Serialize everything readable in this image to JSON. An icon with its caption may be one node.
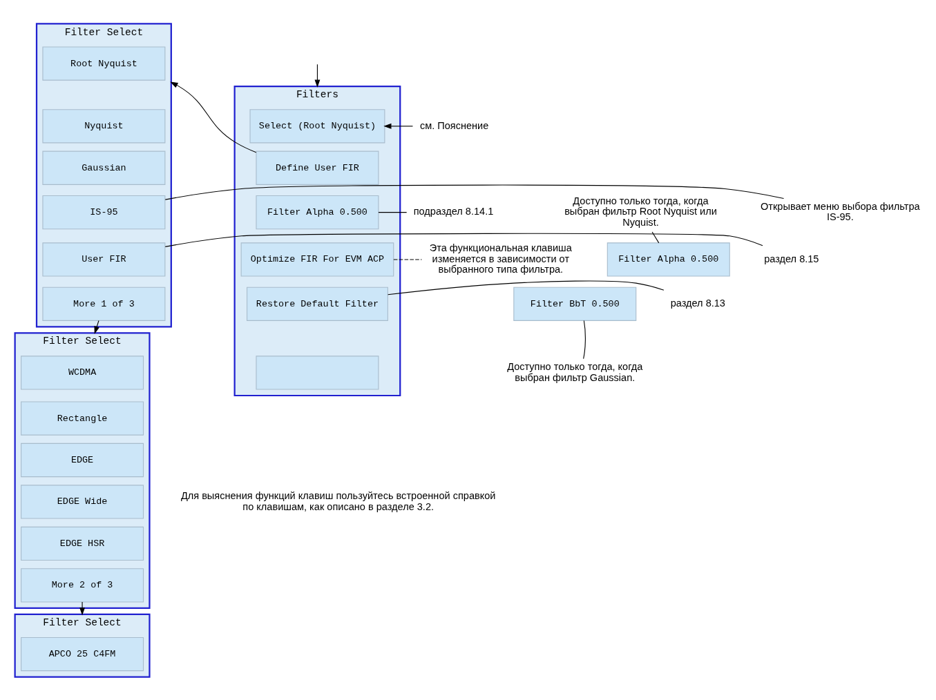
{
  "diagram": {
    "nodes": [
      {
        "text": [
          "Filters"
        ]
      },
      {
        "text": [
          "Select (Root Nyquist)"
        ],
        "in": 0
      },
      {
        "text": [
          "Define User FIR"
        ],
        "in": 0
      },
      {
        "text": [
          "Filter Alpha 0.500"
        ],
        "in": 0
      },
      {
        "text": [
          "Optimize FIR For EVM ACP"
        ],
        "in": 0
      },
      {
        "text": [
          "Restore Default Filter"
        ],
        "in": 0
      },
      {
        "text": [],
        "shape": "box",
        "in": 0
      },
      {
        "text": [
          "см. Пояснение"
        ]
      },
      {
        "text": [
          "подраздел 8.14.1"
        ]
      },
      {
        "text": [
          "Эта функциональная клавиша изменяется в зависимости от выбранного типа фильтра."
        ]
      },
      {
        "text": [
          "Filter Alpha 0.500"
        ]
      },
      {
        "text": [
          "Filter BbT 0.500"
        ]
      },
      {
        "text": [
          "Доступно только тогда, когда выбран фильтр Root Nyquist или Nyquist."
        ]
      },
      {
        "text": [
          "Доступно только тогда, когда выбран фильтр Gaussian."
        ]
      },
      {
        "text": [
          "раздел 8.13"
        ]
      },
      {
        "text": [
          "Filter Select"
        ]
      },
      {
        "text": [
          "Root Nyquist"
        ],
        "in": 15
      },
      {
        "text": [
          "Nyquist"
        ],
        "in": 15
      },
      {
        "text": [
          "Gaussian"
        ],
        "in": 15
      },
      {
        "text": [
          "IS-95"
        ],
        "in": 15
      },
      {
        "text": [
          "User FIR"
        ],
        "in": 15
      },
      {
        "text": [
          "More 1 of 3"
        ],
        "in": 15
      },
      {
        "text": [
          "Открывает меню выбора фильтра IS-95."
        ]
      },
      {
        "text": [
          "раздел 8.15"
        ]
      },
      {
        "text": [
          "Filter Select"
        ]
      },
      {
        "text": [
          "WCDMA"
        ],
        "in": 24
      },
      {
        "text": [
          "Rectangle"
        ],
        "in": 24
      },
      {
        "text": [
          "EDGE"
        ],
        "in": 24
      },
      {
        "text": [
          "EDGE Wide"
        ],
        "in": 24
      },
      {
        "text": [
          "EDGE HSR"
        ],
        "in": 24
      },
      {
        "text": [
          "More 2 of 3"
        ],
        "in": 24
      },
      {
        "text": [
          "Filter Select"
        ]
      },
      {
        "text": [
          "APCO 25 C4FM"
        ],
        "in": 31
      }
    ],
    "edges": [
      {
        "from": null,
        "to": 0,
        "arrow": "to"
      },
      {
        "from": 7,
        "to": 1,
        "arrow": "to"
      },
      {
        "from": 2,
        "to": 15,
        "arrow": "to"
      },
      {
        "from": 3,
        "to": 8,
        "arrow": "none"
      },
      {
        "from": 4,
        "to": 9,
        "arrow": "none",
        "style": "dashed"
      },
      {
        "from": 5,
        "to": 14,
        "arrow": "none"
      },
      {
        "from": 12,
        "to": 10,
        "arrow": "none"
      },
      {
        "from": 13,
        "to": 11,
        "arrow": "none"
      },
      {
        "from": 19,
        "to": 22,
        "arrow": "none"
      },
      {
        "from": 20,
        "to": 23,
        "arrow": "none"
      },
      {
        "from": 21,
        "to": 24,
        "arrow": "to"
      },
      {
        "from": 30,
        "to": 31,
        "arrow": "to"
      }
    ],
    "labels": [
      "Для выяснения функций клавиш пользуйтесь встроенной справкой по клавишам, как описано в разделе 3.2."
    ]
  }
}
